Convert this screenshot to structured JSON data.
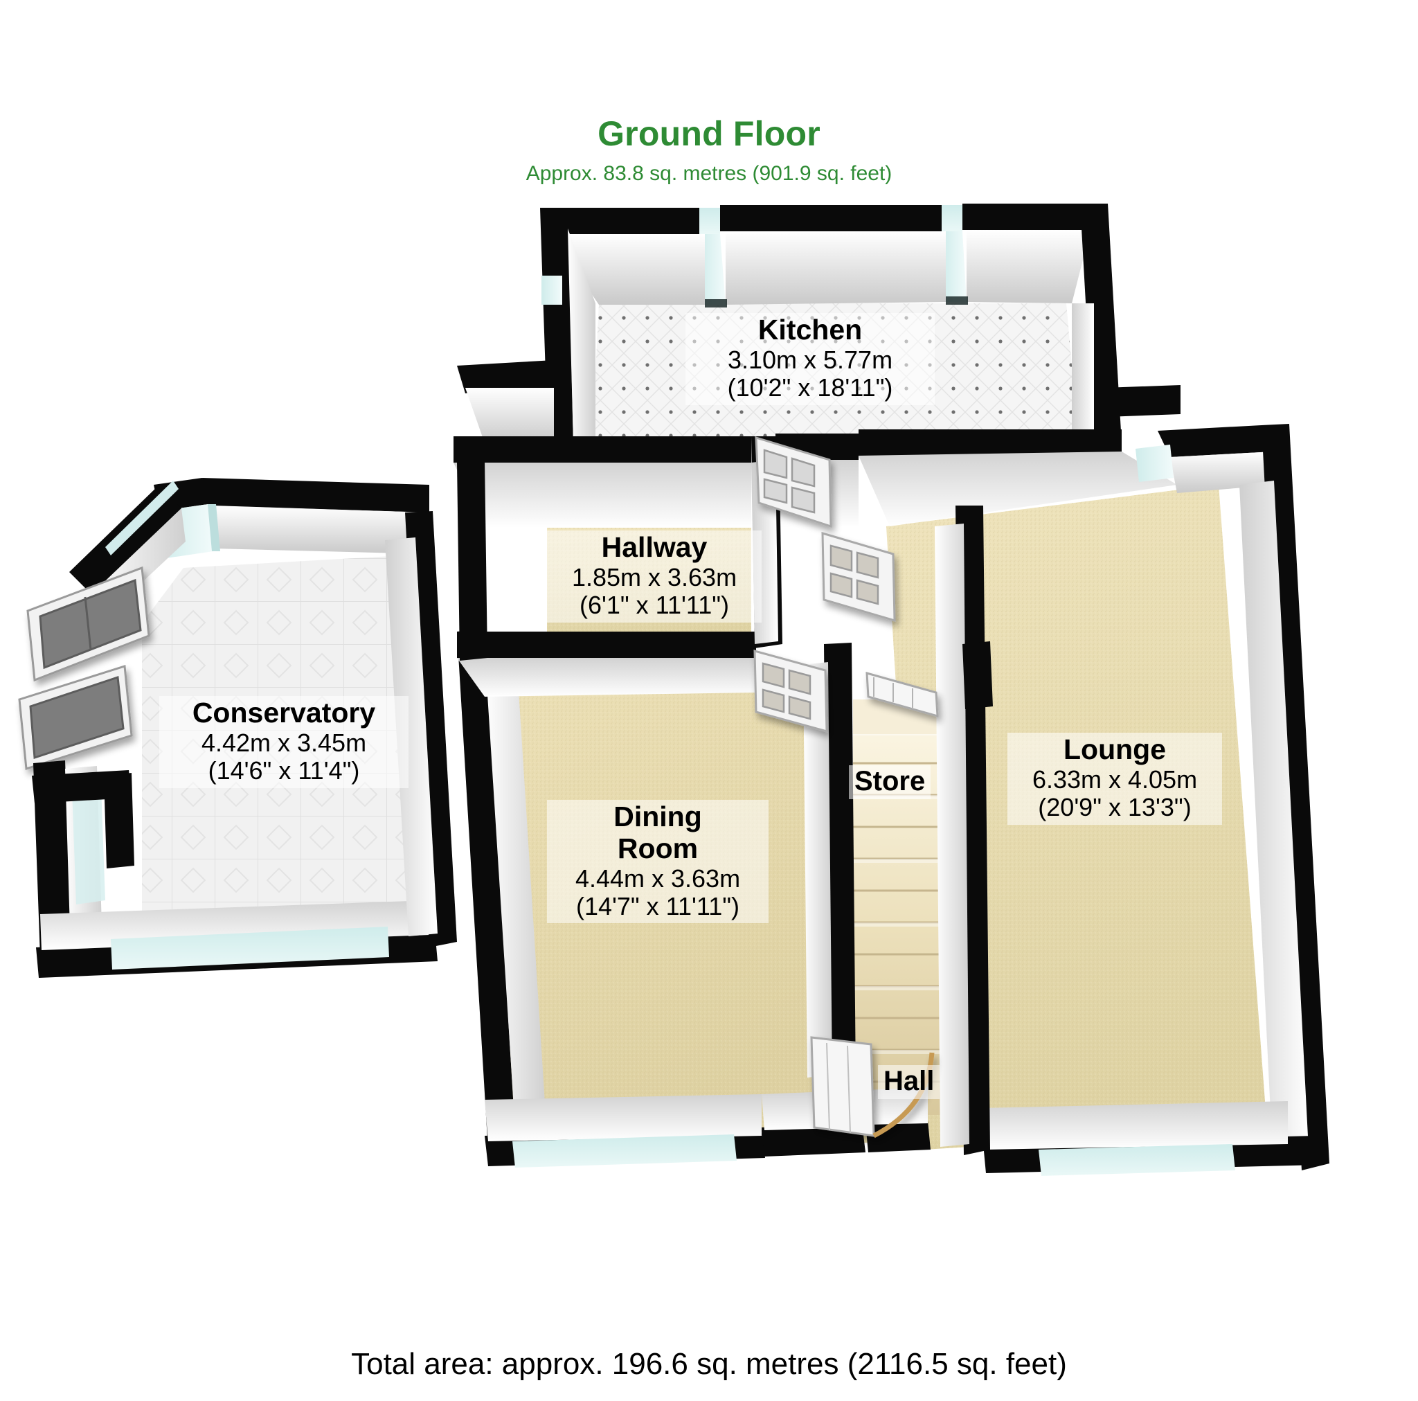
{
  "header": {
    "floor_title": "Ground Floor",
    "area_subtitle": "Approx. 83.8 sq. metres (901.9 sq. feet)",
    "title_color": "#2e8b34"
  },
  "footer": {
    "total_area": "Total area: approx. 196.6 sq. metres (2116.5 sq. feet)"
  },
  "rooms": {
    "kitchen": {
      "name": "Kitchen",
      "metric": "3.10m x 5.77m",
      "imperial": "(10'2\" x 18'11\")",
      "floor_color": "#f2f2f2"
    },
    "hallway": {
      "name": "Hallway",
      "metric": "1.85m x 3.63m",
      "imperial": "(6'1\" x 11'11\")",
      "floor_color": "#e3d8b4"
    },
    "conservatory": {
      "name": "Conservatory",
      "metric": "4.42m x 3.45m",
      "imperial": "(14'6\" x 11'4\")",
      "floor_color": "#ececec"
    },
    "dining_room": {
      "name": "Dining",
      "name2": "Room",
      "metric": "4.44m x 3.63m",
      "imperial": "(14'7\" x 11'11\")",
      "floor_color": "#e7dcb7"
    },
    "lounge": {
      "name": "Lounge",
      "metric": "6.33m x 4.05m",
      "imperial": "(20'9\" x 13'3\")",
      "floor_color": "#e9dcb0"
    },
    "store": {
      "name": "Store"
    },
    "hall": {
      "name": "Hall"
    }
  },
  "palette": {
    "wall_outline": "#0a0a0a",
    "wall_face": "#ffffff",
    "window_glass": "#d6efee",
    "carpet": "#e5d9ad",
    "tile_light": "#f0f0f0",
    "stair_tread": "#e8ddbc"
  }
}
